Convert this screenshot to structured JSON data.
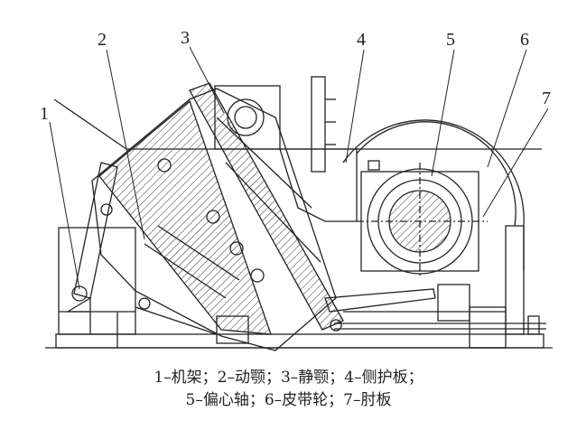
{
  "figure": {
    "title": "Jaw crusher structure",
    "labels": [
      "1",
      "2",
      "3",
      "4",
      "5",
      "6",
      "7"
    ],
    "caption_line1": "1–机架；2–动颚；3–静颚；4–侧护板；",
    "caption_line2": "5–偏心轴；6–皮带轮；7–肘板",
    "line_color": "#222222"
  }
}
